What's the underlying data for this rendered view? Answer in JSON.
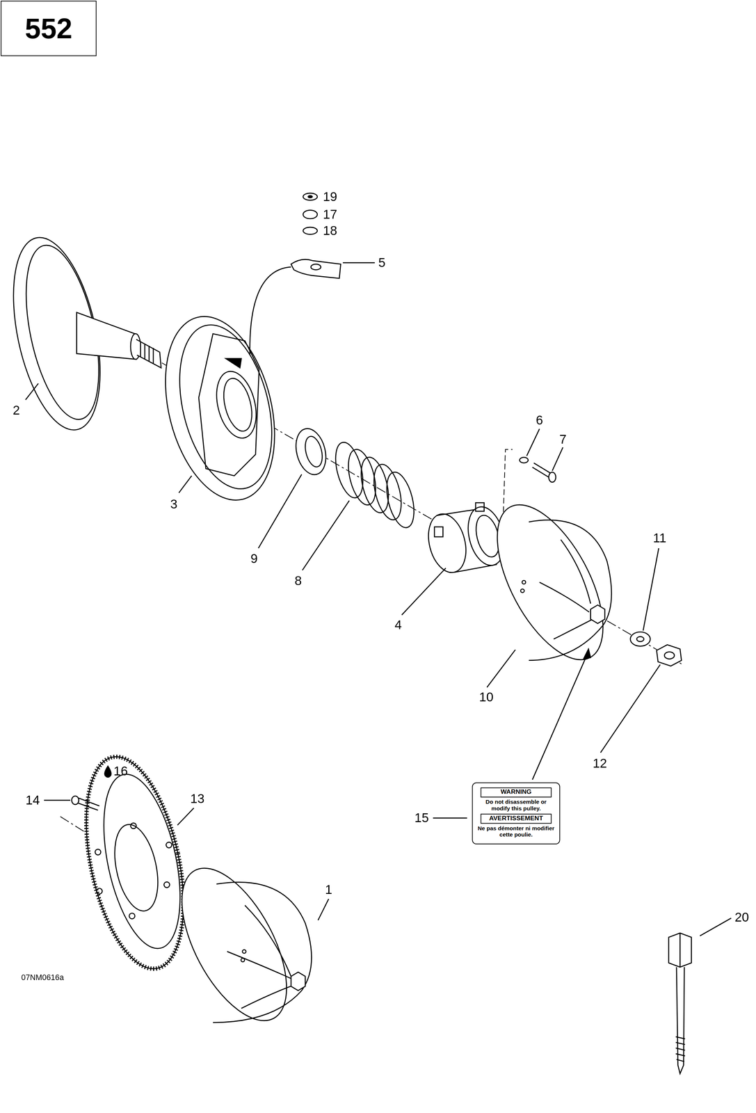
{
  "diagram": {
    "nodes": [
      {
        "text": [
          "552"
        ]
      },
      {
        "text": [
          "WARNING",
          "Do not disassemble or modify this pulley.",
          "AVERTISSEMENT",
          "Ne pas démonter ni modifier cette poulie."
        ]
      }
    ],
    "labels": [
      "19",
      "17",
      "18",
      "5",
      "2",
      "6",
      "7",
      "11",
      "3",
      "9",
      "8",
      "4",
      "10",
      "12",
      "16",
      "14",
      "13",
      "15",
      "1",
      "20",
      "07NM0616a"
    ]
  }
}
